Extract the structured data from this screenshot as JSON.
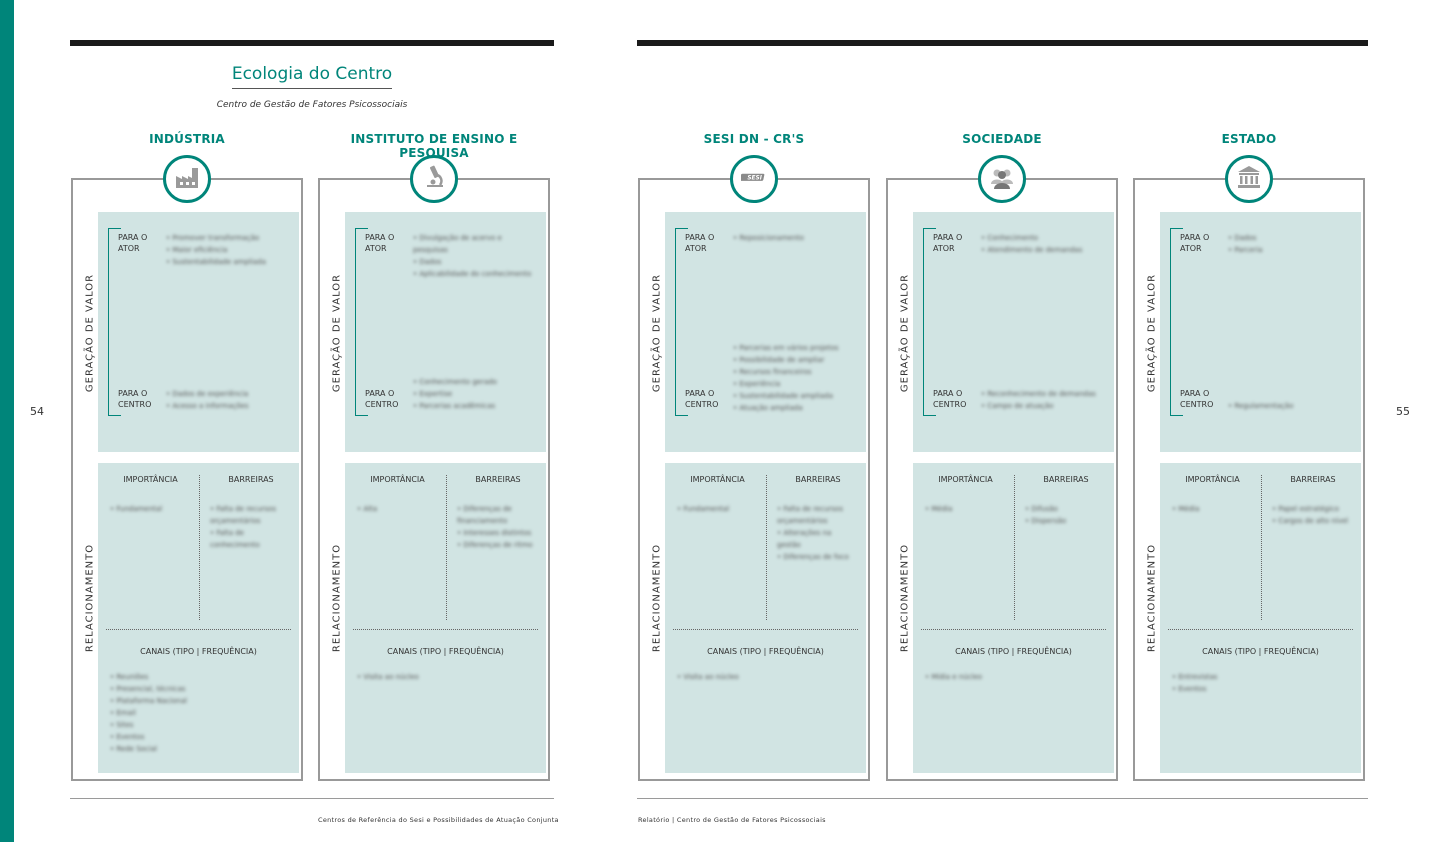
{
  "page": {
    "title": "Ecologia do Centro",
    "subtitle": "Centro de Gestão de Fatores Psicossociais",
    "page_left": "54",
    "page_right": "55",
    "footer_left": "Centros de Referência do Sesi e Possibilidades de Atuação Conjunta",
    "footer_right": "Relatório | Centro de Gestão de Fatores Psicossociais",
    "accent_color": "#00857a"
  },
  "labels": {
    "geracao": "GERAÇÃO DE VALOR",
    "relacionamento": "RELACIONAMENTO",
    "para_ator": "PARA O\nATOR",
    "para_centro": "PARA O\nCENTRO",
    "importancia": "IMPORTÂNCIA",
    "barreiras": "BARREIRAS",
    "canais": "CANAIS (TIPO | FREQUÊNCIA)"
  },
  "actors": [
    {
      "name": "INDÚSTRIA",
      "icon": "factory-icon",
      "ator": [
        "Promover transformação",
        "Maior eficiência",
        "Sustentabilidade ampliada"
      ],
      "centro": [
        "Dados de experiência",
        "Acesso a informações"
      ],
      "importancia": [
        "Fundamental"
      ],
      "barreiras": [
        "Falta de recursos orçamentários",
        "Falta de conhecimento"
      ],
      "canais": [
        "Reuniões",
        "Presencial, técnicas",
        "Plataforma Nacional",
        "Email",
        "Sites",
        "Eventos",
        "Rede Social"
      ]
    },
    {
      "name": "INSTITUTO DE ENSINO E PESQUISA",
      "icon": "microscope-icon",
      "ator": [
        "Divulgação de acervo e pesquisas",
        "Dados",
        "Aplicabilidade do conhecimento"
      ],
      "centro": [
        "Conhecimento gerado",
        "Expertise",
        "Parcerias acadêmicas"
      ],
      "importancia": [
        "Alta"
      ],
      "barreiras": [
        "Diferenças de financiamento",
        "Interesses distintos",
        "Diferenças de ritmo"
      ],
      "canais": [
        "Visita ao núcleo"
      ]
    },
    {
      "name": "SESI DN - CR'S",
      "icon": "sesi-icon",
      "ator": [
        "Reposicionamento"
      ],
      "centro": [
        "Parcerias em vários projetos",
        "Possibilidade de ampliar",
        "Recursos financeiros",
        "Experiência",
        "Sustentabilidade ampliada",
        "Atuação ampliada"
      ],
      "importancia": [
        "Fundamental"
      ],
      "barreiras": [
        "Falta de recursos orçamentários",
        "Alterações na gestão",
        "Diferenças de foco"
      ],
      "canais": [
        "Visita ao núcleo"
      ]
    },
    {
      "name": "SOCIEDADE",
      "icon": "people-icon",
      "ator": [
        "Conhecimento",
        "Atendimento de demandas"
      ],
      "centro": [
        "Reconhecimento de demandas",
        "Campo de atuação"
      ],
      "importancia": [
        "Média"
      ],
      "barreiras": [
        "Difusão",
        "Dispersão"
      ],
      "canais": [
        "Mídia e núcleo"
      ]
    },
    {
      "name": "ESTADO",
      "icon": "government-building-icon",
      "ator": [
        "Dados",
        "Parceria"
      ],
      "centro": [
        "Regulamentação"
      ],
      "importancia": [
        "Média"
      ],
      "barreiras": [
        "Papel estratégico",
        "Cargos de alto nível"
      ],
      "canais": [
        "Entrevistas",
        "Eventos"
      ]
    }
  ]
}
